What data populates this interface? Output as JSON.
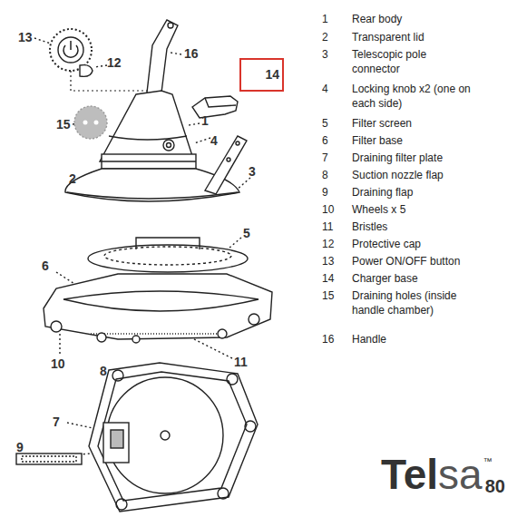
{
  "diagram": {
    "nodes": [
      {
        "text": [
          "14"
        ]
      }
    ],
    "labels": [
      "13",
      "12",
      "16",
      "15",
      "1",
      "4",
      "2",
      "3",
      "5",
      "6",
      "10",
      "11",
      "8",
      "7",
      "9",
      "1",
      "Rear body",
      "2",
      "Transparent lid",
      "3",
      "Telescopic pole connector",
      "4",
      "Locking knob x2 (one on each side)",
      "5",
      "Filter screen",
      "6",
      "Filter base",
      "7",
      "Draining filter plate",
      "8",
      "Suction nozzle flap",
      "9",
      "Draining flap",
      "10",
      "Wheels x 5",
      "11",
      "Bristles",
      "12",
      "Protective cap",
      "13",
      "Power ON/OFF button",
      "14",
      "Charger base",
      "15",
      "Draining holes (inside handle chamber)",
      "16",
      "Handle",
      "Tel",
      "sa",
      "™",
      "80"
    ]
  }
}
